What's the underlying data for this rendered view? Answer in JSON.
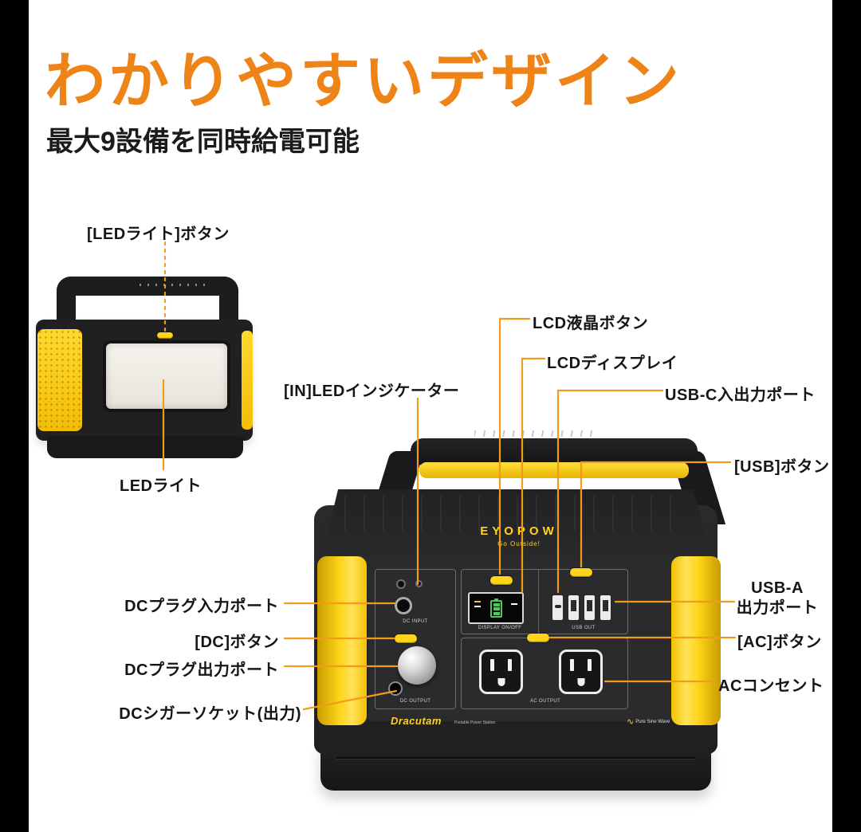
{
  "header": {
    "title": "わかりやすいデザイン",
    "subtitle": "最大9設備を同時給電可能"
  },
  "callouts": {
    "led_button": "[LEDライト]ボタン",
    "led_light": "LEDライト",
    "in_led_indicator": "[IN]LEDインジケーター",
    "lcd_button": "LCD液晶ボタン",
    "lcd_display": "LCDディスプレイ",
    "usb_c_port": "USB-C入出力ポート",
    "usb_button": "[USB]ボタン",
    "usb_a_line1": "USB-A",
    "usb_a_line2": "出力ポート",
    "ac_button": "[AC]ボタン",
    "ac_outlet": "ACコンセント",
    "dc_input_port": "DCプラグ入力ポート",
    "dc_button": "[DC]ボタン",
    "dc_output_port": "DCプラグ出力ポート",
    "dc_cigarette_socket": "DCシガーソケット(出力)"
  },
  "device": {
    "brand": "EYOPOW",
    "tagline": "Go Outside!",
    "model": "Dracutam",
    "model_sub": "Portable Power Station",
    "sine_wave": "Pure Sine Wave",
    "dc_input_text": "DC INPUT",
    "dc_output_text": "DC OUTPUT",
    "display_text": "DISPLAY ON/OFF",
    "usb_text": "USB OUT",
    "ac_text": "AC OUTPUT"
  },
  "icons": {
    "sine_wave": "∿"
  },
  "colors": {
    "title_orange": "#ee8318",
    "callout_orange": "#f39a1d",
    "device_yellow": "#ffd41a",
    "battery_green": "#4fc85a"
  }
}
